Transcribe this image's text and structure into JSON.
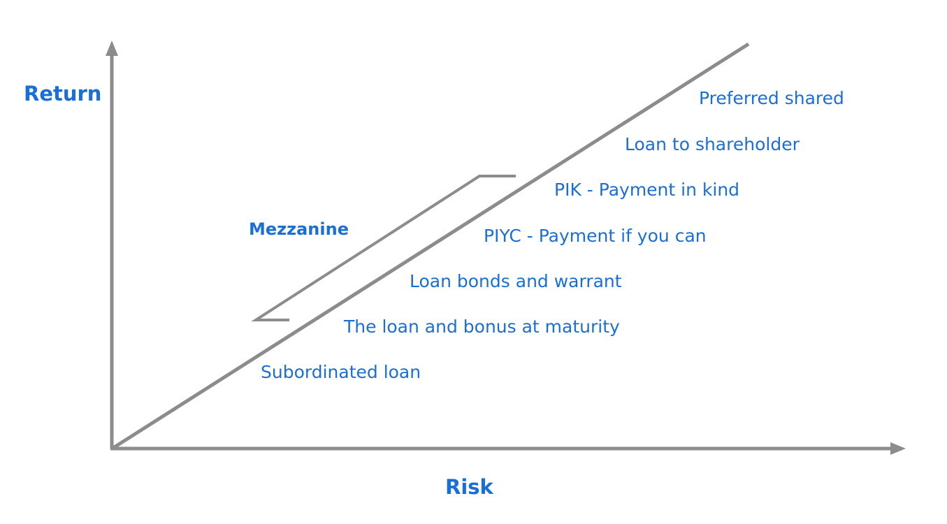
{
  "axes": {
    "y_label": "Return",
    "x_label": "Risk"
  },
  "bracket": {
    "label": "Mezzanine"
  },
  "items": [
    "Subordinated loan",
    "The loan and bonus at maturity",
    "Loan bonds and warrant",
    "PIYC - Payment if you can",
    "PIK - Payment in kind",
    "Loan to shareholder",
    "Preferred shared"
  ],
  "colors": {
    "text": "#1a6fd6",
    "line": "#8c8c8e"
  }
}
